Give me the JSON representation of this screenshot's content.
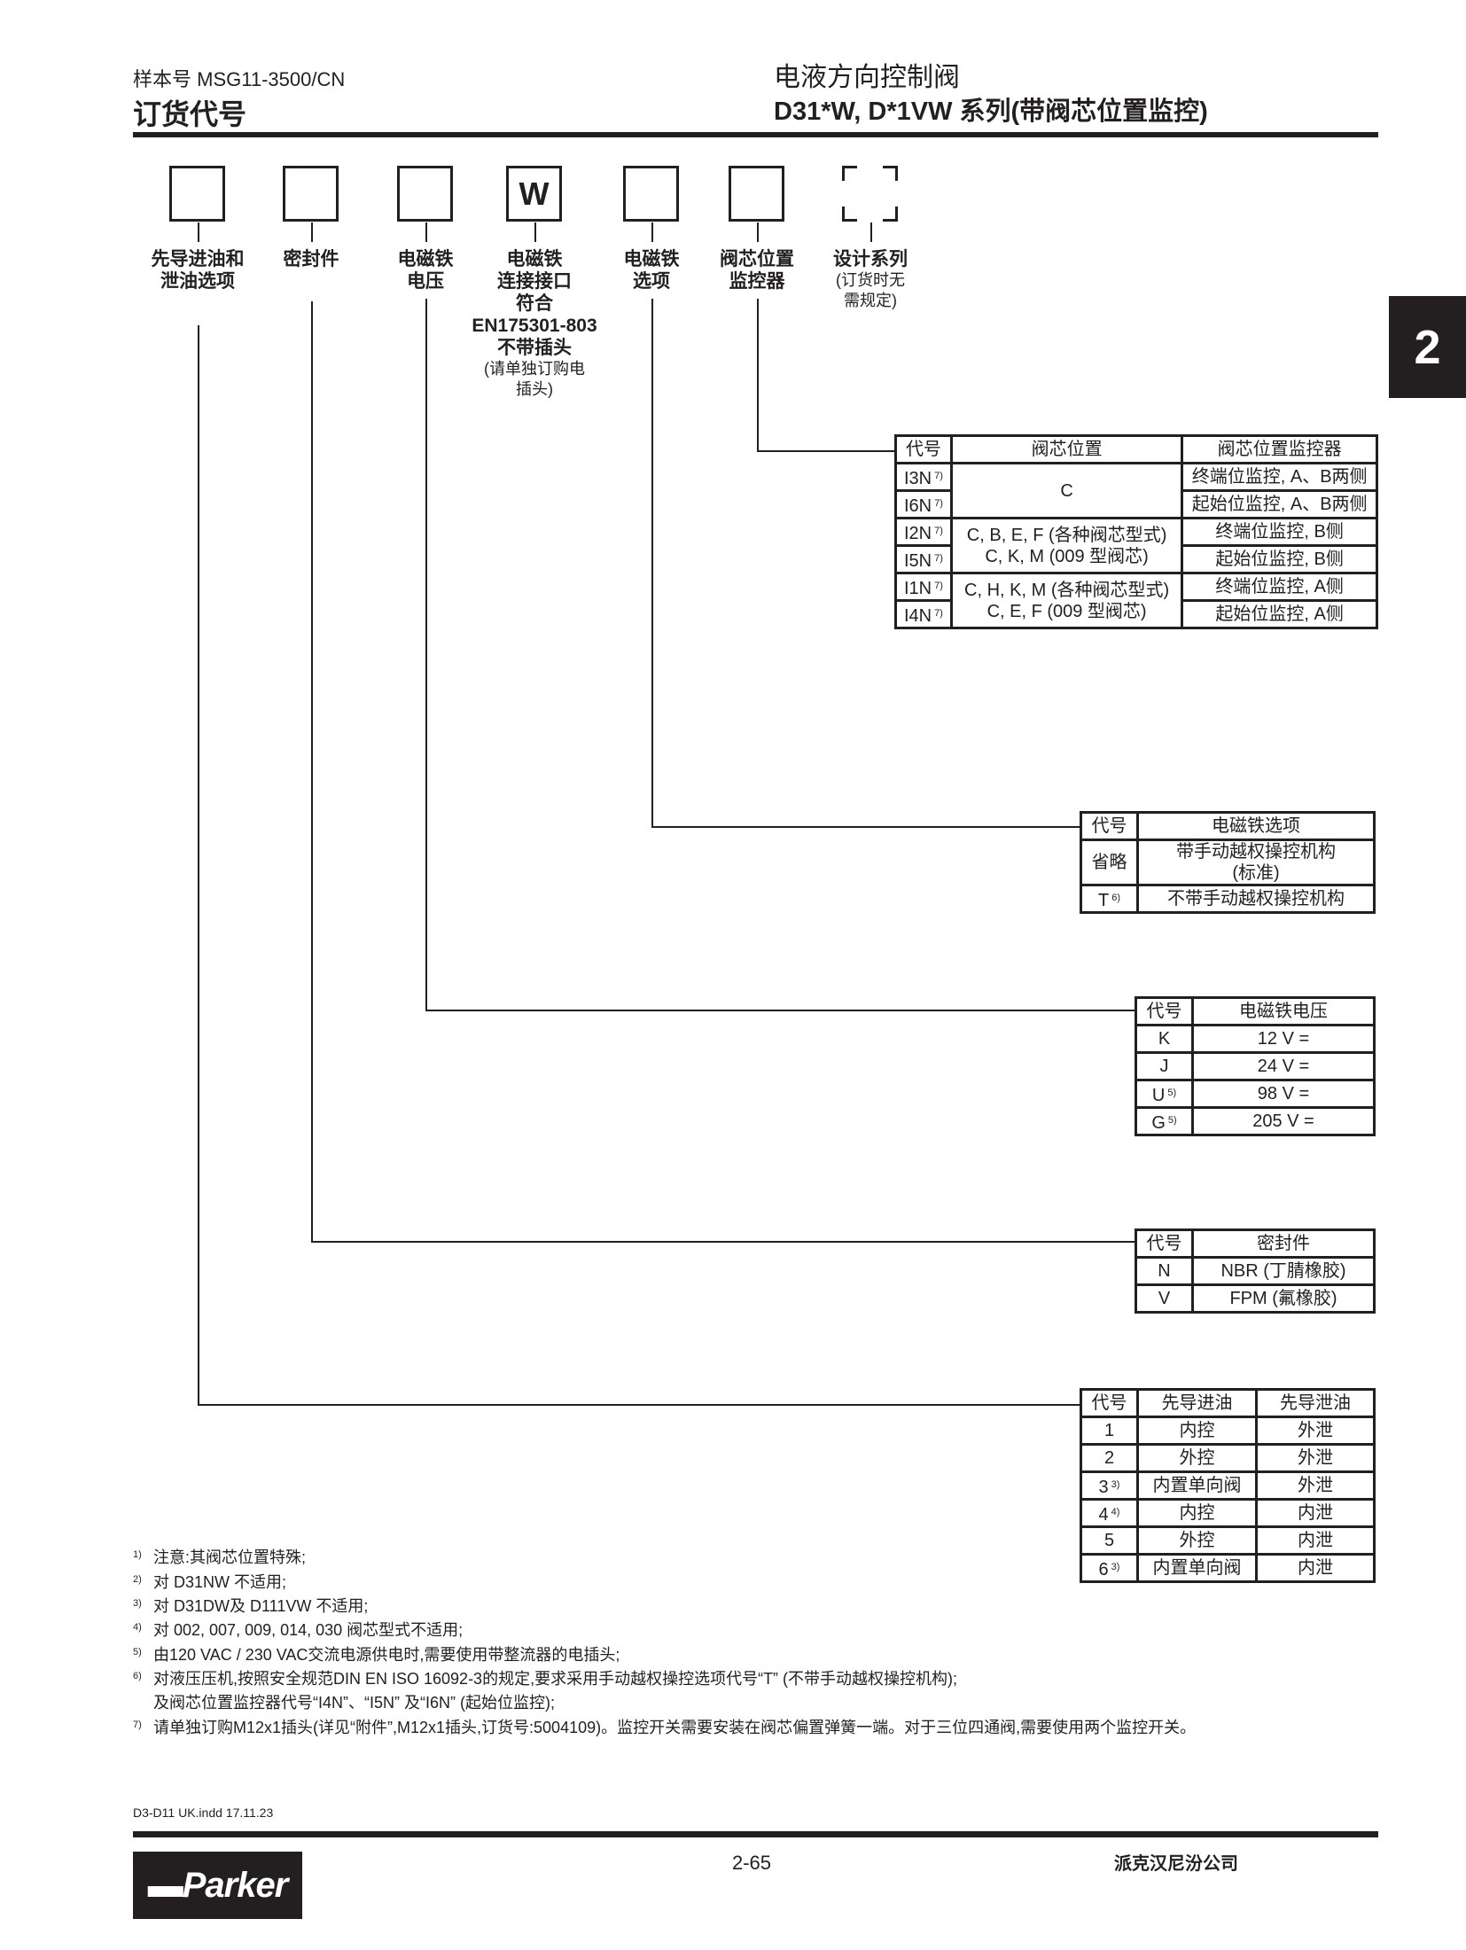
{
  "header": {
    "sample_no": "样本号 MSG11-3500/CN",
    "section": "订货代号",
    "title": "电液方向控制阀",
    "series": "D31*W, D*1VW 系列(带阀芯位置监控)"
  },
  "side_tab": "2",
  "code_boxes": [
    {
      "value": "",
      "label": "先导进油和\n泄油选项"
    },
    {
      "value": "",
      "label": "密封件"
    },
    {
      "value": "",
      "label": "电磁铁\n电压"
    },
    {
      "value": "W",
      "label": "电磁铁\n连接接口\n符合\nEN175301-803\n不带插头",
      "sub": "(请单独订购电\n插头)"
    },
    {
      "value": "",
      "label": "电磁铁\n选项"
    },
    {
      "value": "",
      "label": "阀芯位置\n监控器"
    },
    {
      "value": "",
      "label": "设计系列",
      "sub": "(订货时无\n需规定)"
    }
  ],
  "monitor_table": {
    "headers": [
      "代号",
      "阀芯位置",
      "阀芯位置监控器"
    ],
    "codes": [
      {
        "c": "I3N",
        "n": "7)"
      },
      {
        "c": "I6N",
        "n": "7)"
      },
      {
        "c": "I2N",
        "n": "7)"
      },
      {
        "c": "I5N",
        "n": "7)"
      },
      {
        "c": "I1N",
        "n": "7)"
      },
      {
        "c": "I4N",
        "n": "7)"
      }
    ],
    "positions": [
      "C",
      "C, B, E, F (各种阀芯型式)\nC, K, M (009 型阀芯)",
      "C, H, K, M (各种阀芯型式)\nC, E, F (009 型阀芯)"
    ],
    "monitors": [
      "终端位监控, A、B两侧",
      "起始位监控, A、B两侧",
      "终端位监控, B侧",
      "起始位监控, B侧",
      "终端位监控, A侧",
      "起始位监控, A侧"
    ]
  },
  "solenoid_option_table": {
    "headers": [
      "代号",
      "电磁铁选项"
    ],
    "rows": [
      {
        "c": "省略",
        "n": "",
        "v": "带手动越权操控机构\n(标准)"
      },
      {
        "c": "T",
        "n": "6)",
        "v": "不带手动越权操控机构"
      }
    ]
  },
  "voltage_table": {
    "headers": [
      "代号",
      "电磁铁电压"
    ],
    "rows": [
      {
        "c": "K",
        "n": "",
        "v": "12 V ="
      },
      {
        "c": "J",
        "n": "",
        "v": "24 V ="
      },
      {
        "c": "U",
        "n": "5)",
        "v": "98 V ="
      },
      {
        "c": "G",
        "n": "5)",
        "v": "205 V ="
      }
    ]
  },
  "seal_table": {
    "headers": [
      "代号",
      "密封件"
    ],
    "rows": [
      {
        "c": "N",
        "n": "",
        "v": "NBR (丁腈橡胶)"
      },
      {
        "c": "V",
        "n": "",
        "v": "FPM (氟橡胶)"
      }
    ]
  },
  "pilot_table": {
    "headers": [
      "代号",
      "先导进油",
      "先导泄油"
    ],
    "rows": [
      {
        "c": "1",
        "n": "",
        "v": "内控",
        "w": "外泄"
      },
      {
        "c": "2",
        "n": "",
        "v": "外控",
        "w": "外泄"
      },
      {
        "c": "3",
        "n": "3)",
        "v": "内置单向阀",
        "w": "外泄"
      },
      {
        "c": "4",
        "n": "4)",
        "v": "内控",
        "w": "内泄"
      },
      {
        "c": "5",
        "n": "",
        "v": "外控",
        "w": "内泄"
      },
      {
        "c": "6",
        "n": "3)",
        "v": "内置单向阀",
        "w": "内泄"
      }
    ]
  },
  "footnotes": [
    {
      "n": "1)",
      "t": "注意:其阀芯位置特殊;"
    },
    {
      "n": "2)",
      "t": "对 D31NW 不适用;"
    },
    {
      "n": "3)",
      "t": "对 D31DW及 D111VW 不适用;"
    },
    {
      "n": "4)",
      "t": "对 002, 007, 009, 014, 030 阀芯型式不适用;"
    },
    {
      "n": "5)",
      "t": "由120 VAC / 230 VAC交流电源供电时,需要使用带整流器的电插头;"
    },
    {
      "n": "6)",
      "t": "对液压压机,按照安全规范DIN EN ISO 16092-3的规定,要求采用手动越权操控选项代号“T” (不带手动越权操控机构);"
    },
    {
      "n": "",
      "t": "及阀芯位置监控器代号“I4N”、“I5N” 及“I6N” (起始位监控);"
    },
    {
      "n": "7)",
      "t": "请单独订购M12x1插头(详见“附件”,M12x1插头,订货号:5004109)。监控开关需要安装在阀芯偏置弹簧一端。对于三位四通阀,需要使用两个监控开关。"
    }
  ],
  "footer": {
    "file": "D3-D11 UK.indd  17.11.23",
    "page": "2-65",
    "company": "派克汉尼汾公司",
    "logo": "Parker"
  }
}
